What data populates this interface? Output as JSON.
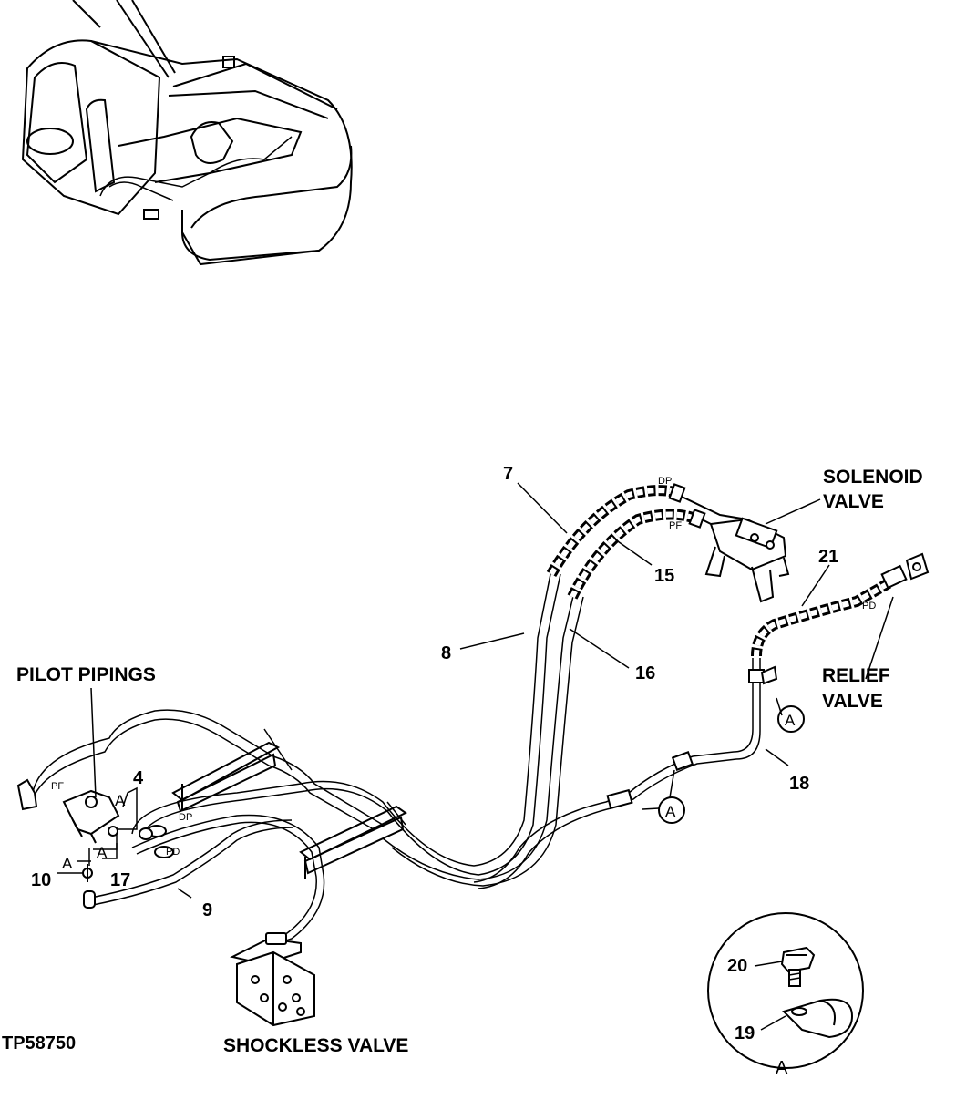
{
  "labels": {
    "solenoid_valve": [
      "SOLENOID",
      "VALVE"
    ],
    "relief_valve": [
      "RELIEF",
      "VALVE"
    ],
    "pilot_pipings": "PILOT PIPINGS",
    "shockless_valve": "SHOCKLESS VALVE",
    "figure_id": "TP58750"
  },
  "port_labels": {
    "dp_top": "DP",
    "pf_top": "PF",
    "pd_relief": "PD",
    "pf_pilot": "PF",
    "dp_pilot": "DP",
    "pd_pilot": "PD"
  },
  "part_numbers": {
    "p7": "7",
    "p15": "15",
    "p8": "8",
    "p16": "16",
    "p21": "21",
    "p18": "18",
    "p4": "4",
    "p10": "10",
    "p17": "17",
    "p9": "9",
    "p20": "20",
    "p19": "19"
  },
  "refs": {
    "clamp_a": "A",
    "detail_a": "A"
  }
}
